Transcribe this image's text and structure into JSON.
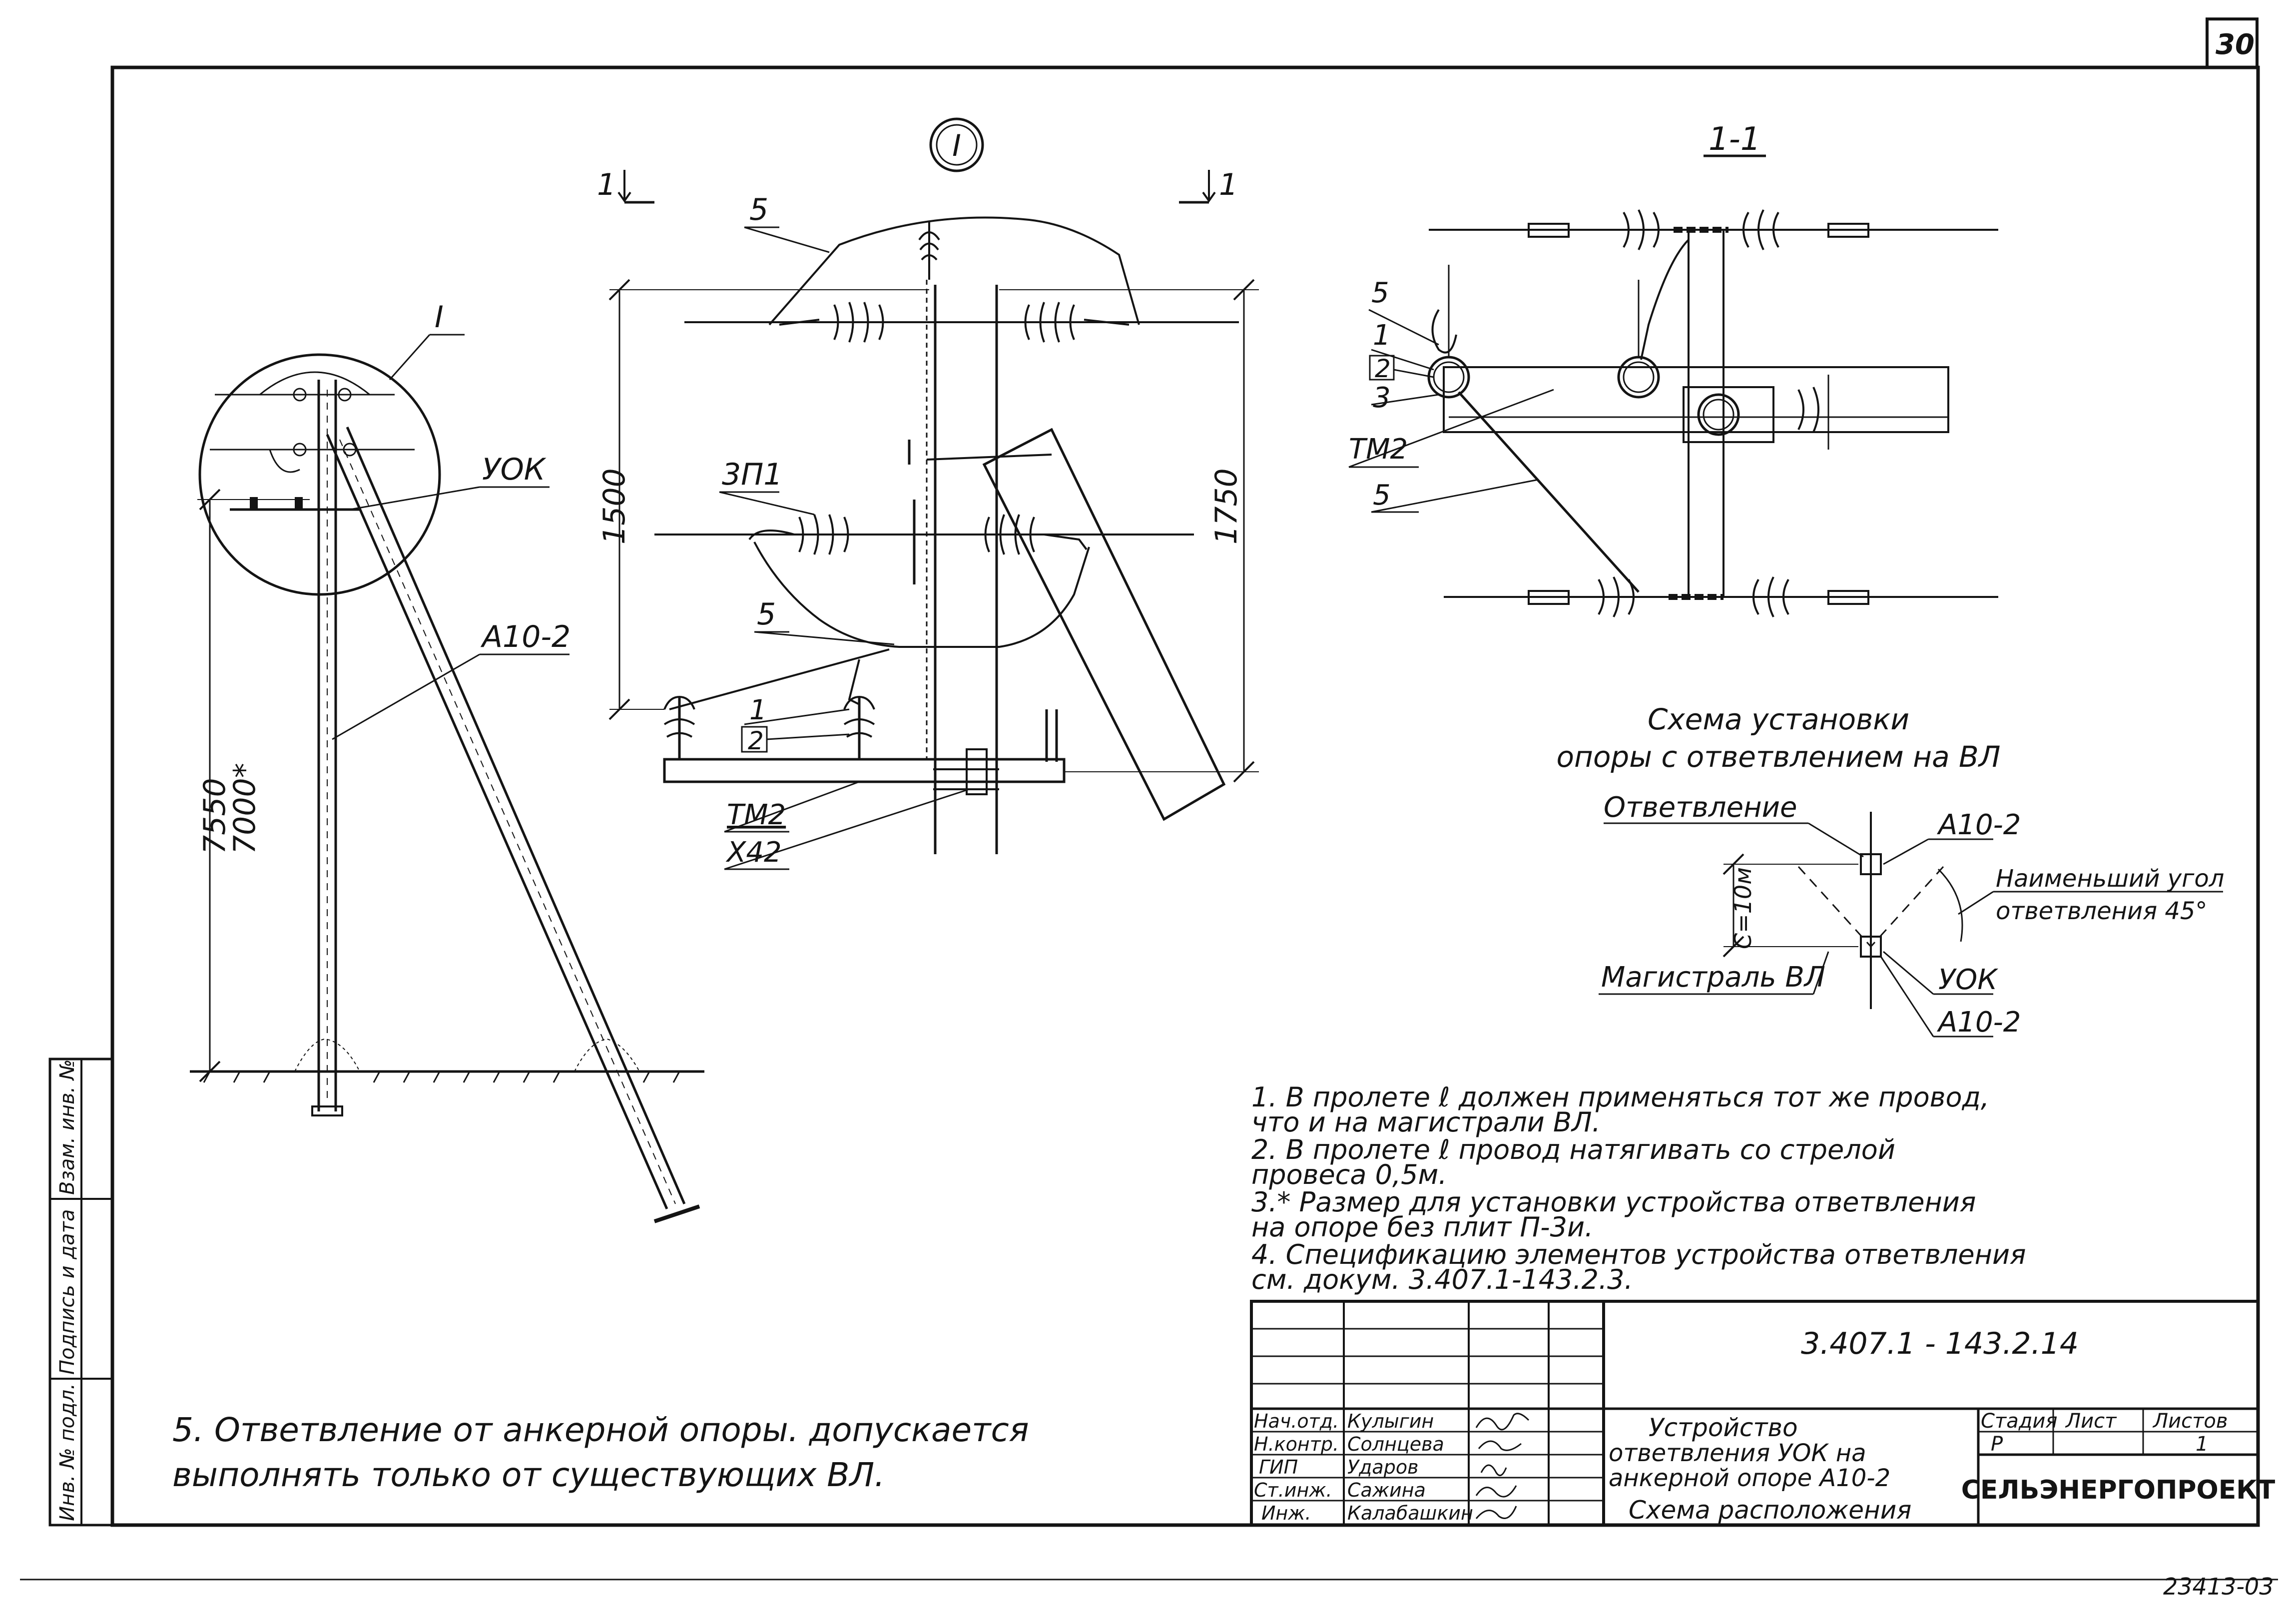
{
  "sheet": {
    "number": "30",
    "archive": "23413-03"
  },
  "detail_marker": "I",
  "section_cut": "1",
  "section_view_title": "1-1",
  "overview": {
    "callout_detail": "I",
    "label_uok": "УОК",
    "label_support": "А10-2",
    "dim_height_1": "7550",
    "dim_height_2": "7000*"
  },
  "detail": {
    "label_5_top": "5",
    "label_3p1": "3П1",
    "label_5_mid": "5",
    "label_1": "1",
    "label_2": "2",
    "label_tm2": "ТМ2",
    "label_x42": "Х42",
    "dim_1500": "1500",
    "dim_1750": "1750"
  },
  "section": {
    "label_5a": "5",
    "label_1": "1",
    "label_2": "2",
    "label_3": "3",
    "label_tm2": "ТМ2",
    "label_5b": "5"
  },
  "scheme": {
    "title_line1": "Схема установки",
    "title_line2": "опоры с ответвлением на ВЛ",
    "branch": "Ответвление",
    "support_top": "А10-2",
    "min_angle_1": "Наименьший угол",
    "min_angle_2": "ответвления 45°",
    "dim_c": "С=10м",
    "main_line": "Магистраль ВЛ",
    "uok": "УОК",
    "support_bottom": "А10-2"
  },
  "notes": [
    "1. В пролете ℓ должен применяться тот же провод,",
    "что и на магистрали ВЛ.",
    "2. В пролете ℓ провод натягивать со стрелой",
    "провеса 0,5м.",
    "3.* Размер для установки устройства ответвления",
    "на опоре без плит П-3и.",
    "4. Спецификацию элементов устройства ответвления",
    "см. докум. 3.407.1-143.2.3."
  ],
  "note5": [
    "5. Ответвление от анкерной опоры. допускается",
    "выполнять только от существующих ВЛ."
  ],
  "side_stamp": [
    "Инв. № подл.",
    "Подпись и дата",
    "Взам. инв. №"
  ],
  "title_block": {
    "document_code": "3.407.1 - 143.2.14",
    "roles": [
      "Нач.отд.",
      "Н.контр.",
      "ГИП",
      "Ст.инж.",
      "Инж."
    ],
    "names": [
      "Кулыгин",
      "Солнцева",
      "Ударов",
      "Сажина",
      "Калабашкин"
    ],
    "title_line1": "Устройство",
    "title_line2": "ответвления УОК на",
    "title_line3": "анкерной опоре А10-2",
    "sheet_title": "Схема расположения",
    "stage_header": "Стадия",
    "sheet_header": "Лист",
    "sheets_header": "Листов",
    "stage": "Р",
    "sheet": "",
    "sheets": "1",
    "organization": "СЕЛЬЭНЕРГОПРОЕКТ"
  }
}
